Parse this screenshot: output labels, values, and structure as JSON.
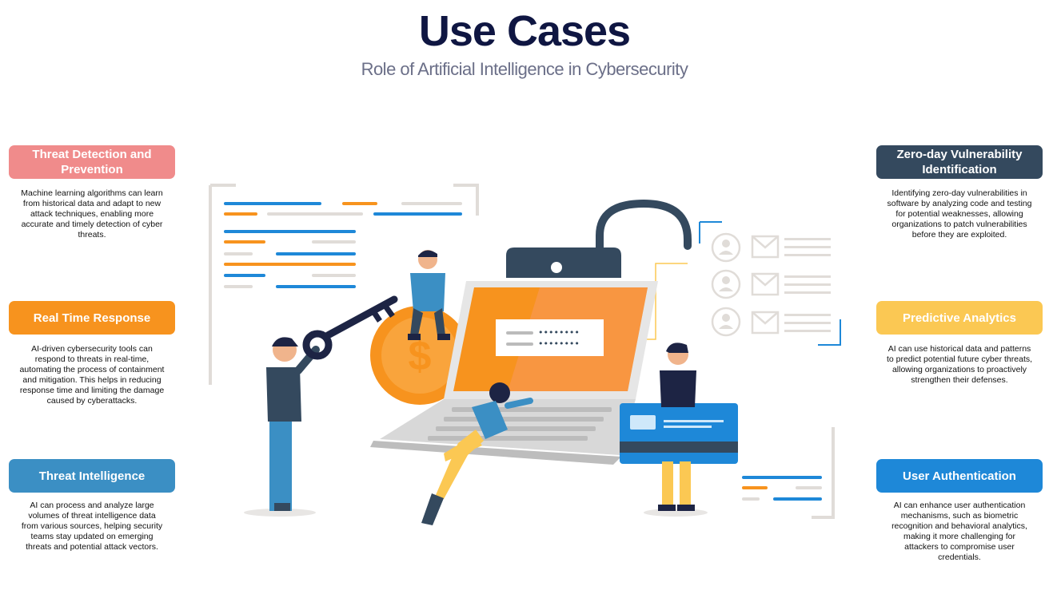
{
  "header": {
    "title": "Use Cases",
    "subtitle": "Role of Artificial Intelligence in Cybersecurity"
  },
  "cards": [
    {
      "title": "Threat Detection and Prevention",
      "color": "#f08b8b",
      "description": "Machine learning algorithms can learn from historical data and adapt to new attack techniques, enabling more accurate and timely detection of cyber threats."
    },
    {
      "title": "Real Time Response",
      "color": "#f7931e",
      "description": "AI-driven cybersecurity tools can respond to threats in real-time, automating the process of containment and mitigation. This helps in reducing response time and limiting the damage caused by cyberattacks."
    },
    {
      "title": "Threat Intelligence",
      "color": "#3b8fc4",
      "description": "AI can process and analyze large volumes of threat intelligence data from various sources, helping security teams stay updated on emerging threats and potential attack vectors."
    },
    {
      "title": "Zero-day Vulnerability Identification",
      "color": "#34495e",
      "description": "Identifying zero-day vulnerabilities in software by analyzing code and testing for potential weaknesses, allowing organizations to patch vulnerabilities before they are exploited."
    },
    {
      "title": "Predictive Analytics",
      "color": "#fbc853",
      "description": "AI can use historical data and patterns to predict potential future cyber threats, allowing organizations to proactively strengthen their defenses."
    },
    {
      "title": "User Authentication",
      "color": "#1e88d8",
      "description": "AI can enhance user authentication mechanisms, such as biometric recognition and behavioral analytics, making it more challenging for attackers to compromise user credentials."
    }
  ],
  "illustration": {
    "icons": [
      "padlock-icon",
      "key-icon",
      "coin-icon",
      "laptop-icon",
      "credit-card-icon",
      "user-icon",
      "envelope-icon"
    ],
    "colors": {
      "navy": "#34495e",
      "orange": "#f7931e",
      "blue": "#1e88d8",
      "yellow": "#fbc853",
      "grey": "#e0dcd8"
    }
  }
}
